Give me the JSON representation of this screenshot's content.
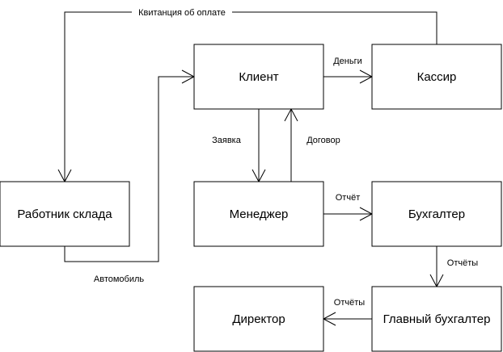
{
  "diagram": {
    "nodes": {
      "client": "Клиент",
      "cashier": "Кассир",
      "warehouse_worker": "Работник склада",
      "manager": "Менеджер",
      "accountant": "Бухгалтер",
      "director": "Директор",
      "chief_accountant": "Главный бухгалтер"
    },
    "edges": {
      "receipt": "Квитанция об оплате",
      "money": "Деньги",
      "request": "Заявка",
      "contract": "Договор",
      "report": "Отчёт",
      "reports_down": "Отчёты",
      "reports_left": "Отчёты",
      "car": "Автомобиль"
    }
  }
}
